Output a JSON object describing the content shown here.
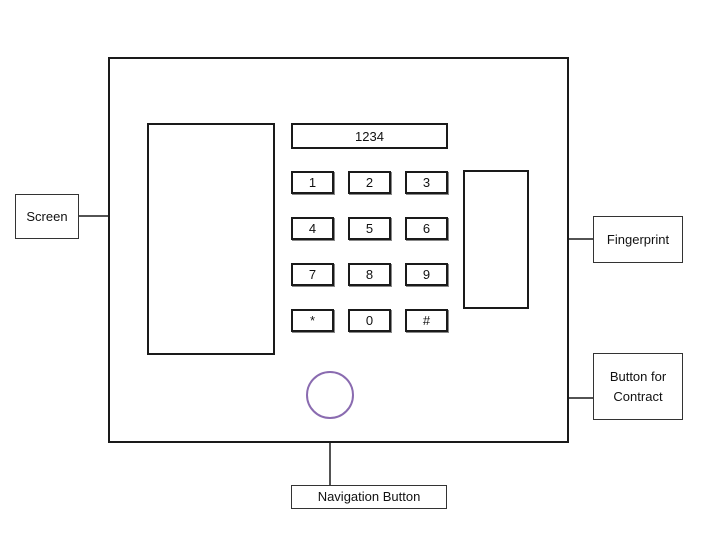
{
  "display": {
    "value": "1234"
  },
  "keypad": {
    "keys": [
      "1",
      "2",
      "3",
      "4",
      "5",
      "6",
      "7",
      "8",
      "9",
      "*",
      "0",
      "#"
    ]
  },
  "labels": {
    "screen": "Screen",
    "fingerprint": "Fingerprint",
    "contract_button": "Button for\nContract",
    "navigation_button": "Navigation Button"
  },
  "colors": {
    "outline": "#1a1a1a",
    "navigation_ring": "#8a6bb0"
  }
}
